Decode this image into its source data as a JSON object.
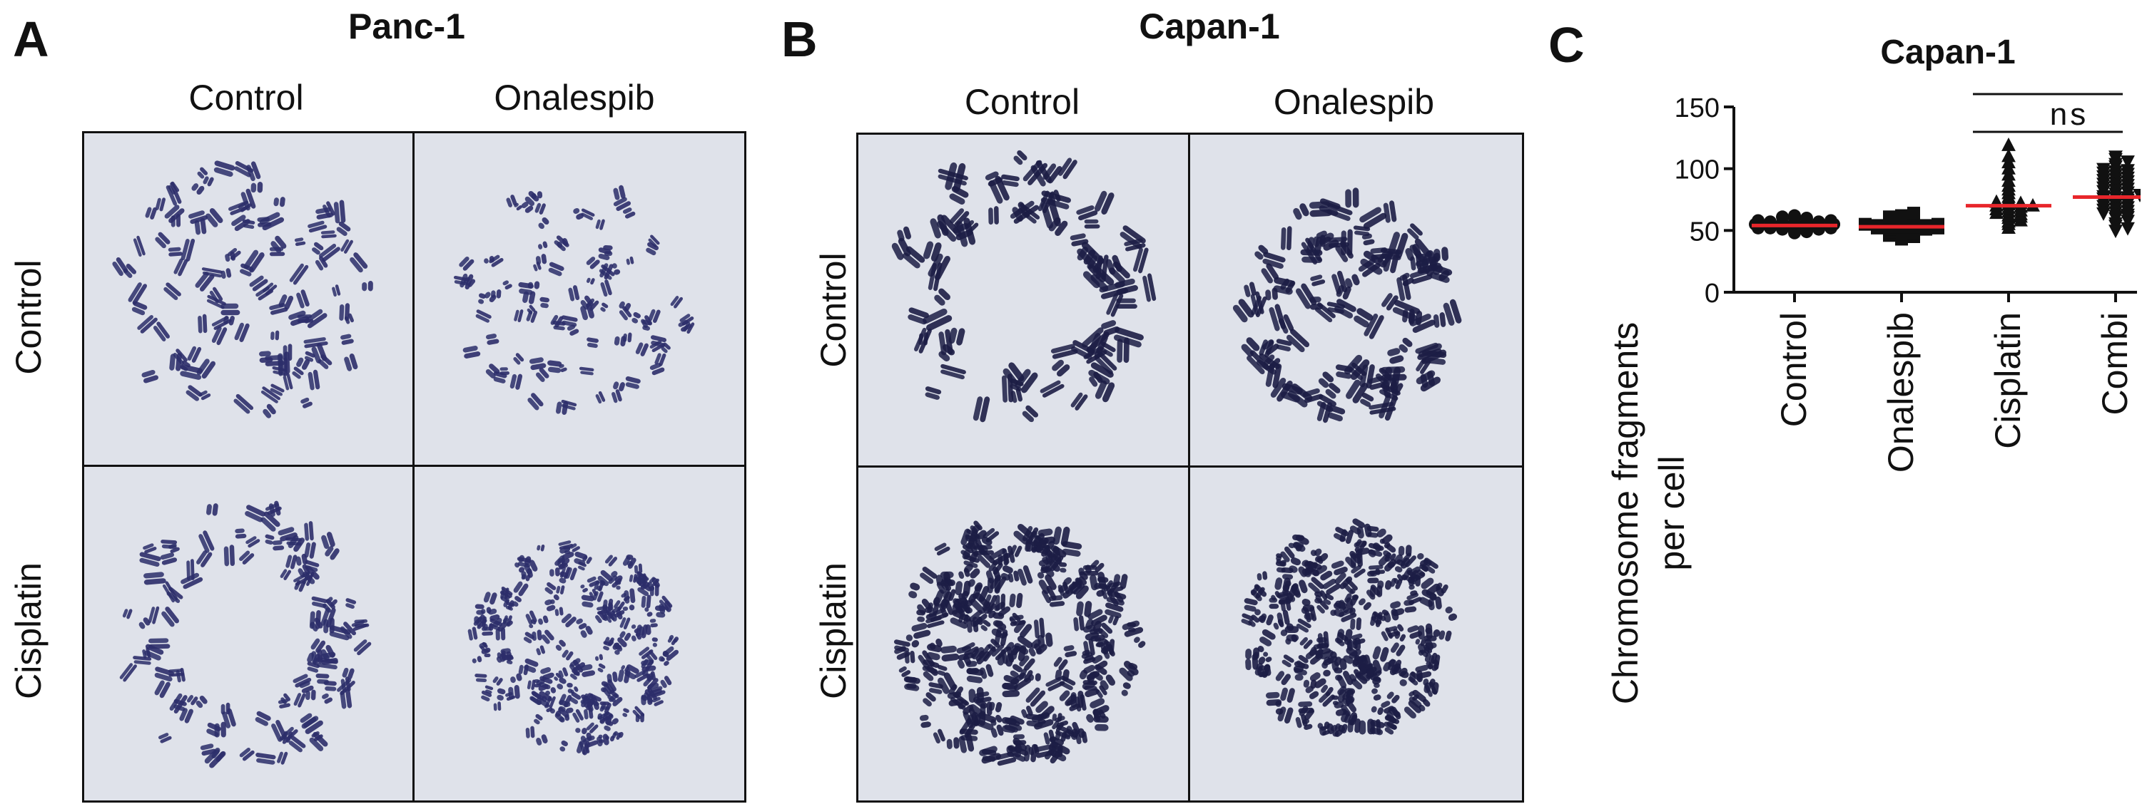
{
  "panel_a": {
    "letter": "A",
    "title": "Panc-1",
    "columns": [
      "Control",
      "Onalespib"
    ],
    "rows": [
      "Control",
      "Cisplatin"
    ]
  },
  "panel_b": {
    "letter": "B",
    "title": "Capan-1",
    "columns": [
      "Control",
      "Onalespib"
    ],
    "rows": [
      "Control",
      "Cisplatin"
    ]
  },
  "panel_c": {
    "letter": "C"
  },
  "colors": {
    "chromosome": "#2c2e6a",
    "chromosome_dark": "#1c1d45",
    "background": "#dfe2ea",
    "median": "#e8262b",
    "points": "#111111"
  },
  "chart_data": {
    "type": "scatter",
    "title": "Capan-1",
    "xlabel": "",
    "ylabel": "Chromosome fragments per cell",
    "ylim": [
      0,
      150
    ],
    "yticks": [
      0,
      50,
      100,
      150
    ],
    "categories": [
      "Control",
      "Onalespib",
      "Cisplatin",
      "Combi"
    ],
    "series": [
      {
        "marker": "circle",
        "median": 54,
        "values": [
          48,
          49,
          50,
          50,
          51,
          51,
          52,
          52,
          52,
          53,
          53,
          53,
          54,
          54,
          54,
          54,
          55,
          55,
          55,
          56,
          56,
          56,
          57,
          57,
          58,
          58,
          59,
          60,
          61,
          62
        ]
      },
      {
        "marker": "square",
        "median": 53,
        "values": [
          43,
          44,
          45,
          46,
          47,
          48,
          49,
          50,
          50,
          51,
          51,
          52,
          52,
          53,
          53,
          53,
          54,
          54,
          55,
          55,
          56,
          57,
          58,
          59,
          60,
          61,
          62,
          64
        ]
      },
      {
        "marker": "triangle-up",
        "median": 70,
        "values": [
          52,
          55,
          57,
          58,
          60,
          61,
          62,
          63,
          64,
          65,
          66,
          67,
          68,
          69,
          70,
          70,
          71,
          72,
          73,
          75,
          77,
          80,
          83,
          86,
          90,
          95,
          100,
          105,
          110,
          119
        ]
      },
      {
        "marker": "triangle-down",
        "median": 77,
        "values": [
          50,
          52,
          54,
          56,
          58,
          60,
          61,
          62,
          63,
          64,
          65,
          66,
          67,
          68,
          69,
          70,
          71,
          72,
          73,
          74,
          75,
          76,
          77,
          77,
          78,
          79,
          80,
          81,
          82,
          83,
          84,
          85,
          86,
          87,
          88,
          89,
          90,
          91,
          92,
          93,
          94,
          95,
          96,
          97,
          98,
          99,
          100,
          102,
          104,
          106,
          108,
          110
        ]
      }
    ],
    "significance": [
      {
        "from": "Onalespib",
        "to": "Combi",
        "label": "***"
      },
      {
        "from": "Cisplatin",
        "to": "Combi",
        "label": "***"
      },
      {
        "from": "Cisplatin",
        "to": "Combi",
        "label": "ns"
      }
    ]
  }
}
